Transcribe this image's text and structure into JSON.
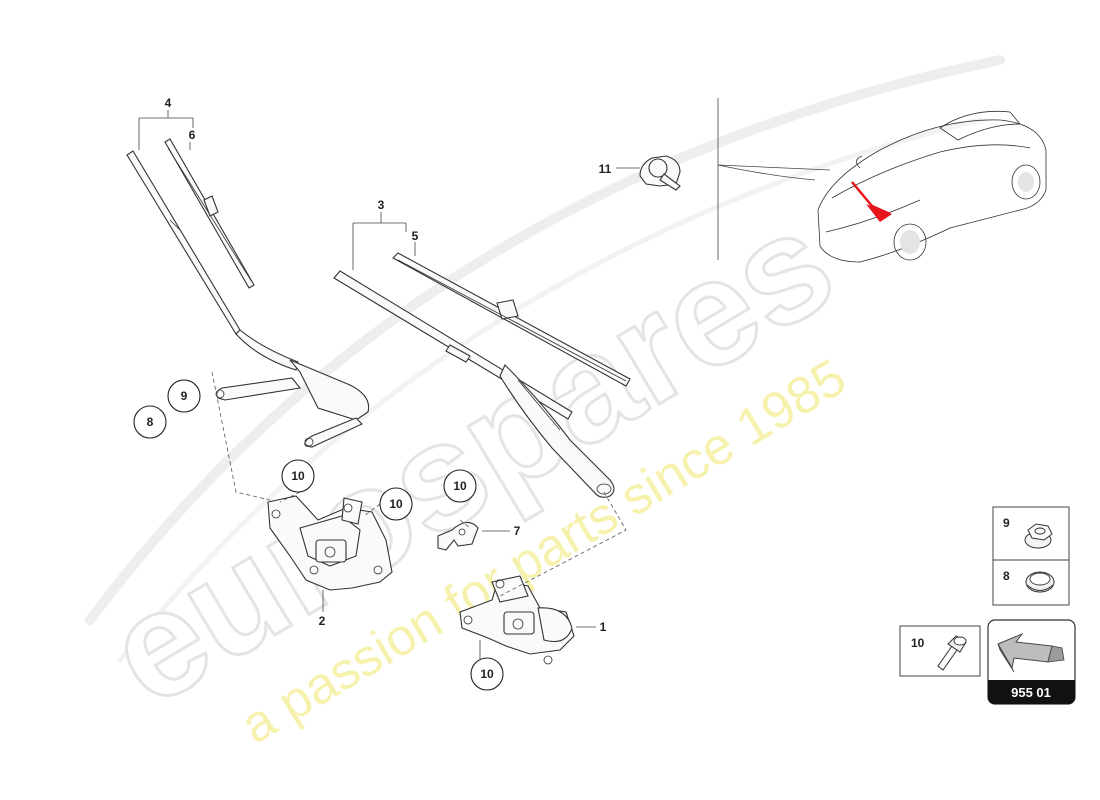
{
  "callouts": {
    "c1": "1",
    "c2": "2",
    "c3": "3",
    "c4": "4",
    "c5": "5",
    "c6": "6",
    "c7": "7",
    "c8": "8",
    "c9": "9",
    "c10a": "10",
    "c10b": "10",
    "c10c": "10",
    "c10d": "10",
    "c11": "11"
  },
  "legend": {
    "item9": "9",
    "item8": "8",
    "item10": "10",
    "group_number": "955 01"
  },
  "watermark": {
    "brand": "eurospares",
    "tagline": "a passion for parts since 1985"
  },
  "colors": {
    "highlight": "#e8141c",
    "watermark_tagline": "#f4f0a0",
    "watermark_brand": "#ebebeb"
  }
}
